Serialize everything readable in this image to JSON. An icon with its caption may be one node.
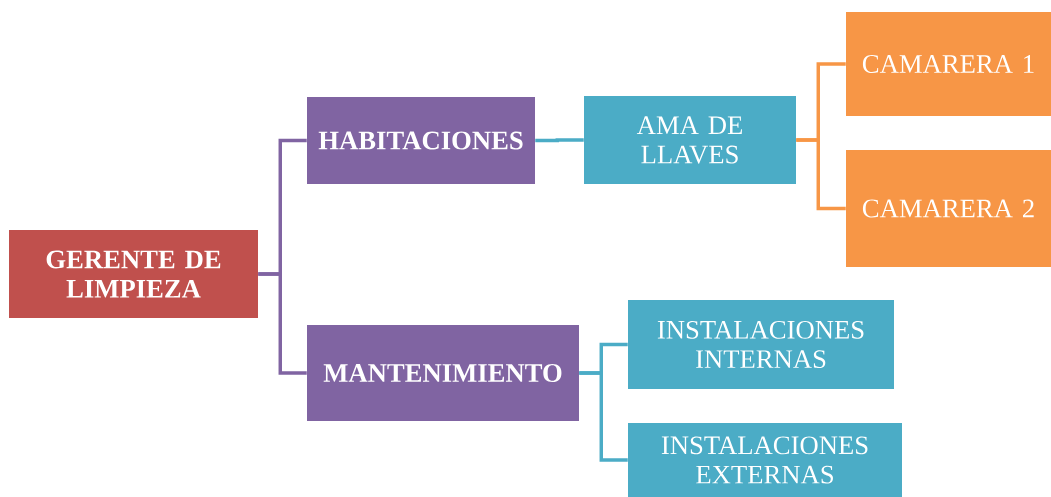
{
  "diagram": {
    "nodes": [
      {
        "text": [
          "GERENTE DE LIMPIEZA"
        ]
      },
      {
        "text": [
          "HABITACIONES"
        ]
      },
      {
        "text": [
          "MANTENIMIENTO"
        ]
      },
      {
        "text": [
          "AMA DE LLAVES"
        ]
      },
      {
        "text": [
          "CAMARERA 1"
        ]
      },
      {
        "text": [
          "CAMARERA 2"
        ]
      },
      {
        "text": [
          "INSTALACIONES INTERNAS"
        ]
      },
      {
        "text": [
          "INSTALACIONES EXTERNAS"
        ]
      }
    ],
    "edges": [
      {
        "from": 0,
        "to": 1,
        "arrow": "none",
        "color": "#8064a2"
      },
      {
        "from": 0,
        "to": 2,
        "arrow": "none",
        "color": "#8064a2"
      },
      {
        "from": 1,
        "to": 3,
        "arrow": "none"
      },
      {
        "from": 3,
        "to": 4,
        "arrow": "none",
        "color": "#f79646"
      },
      {
        "from": 3,
        "to": 5,
        "arrow": "none",
        "color": "#f79646"
      },
      {
        "from": 2,
        "to": 6,
        "arrow": "none"
      },
      {
        "from": 2,
        "to": 7,
        "arrow": "none"
      }
    ]
  }
}
